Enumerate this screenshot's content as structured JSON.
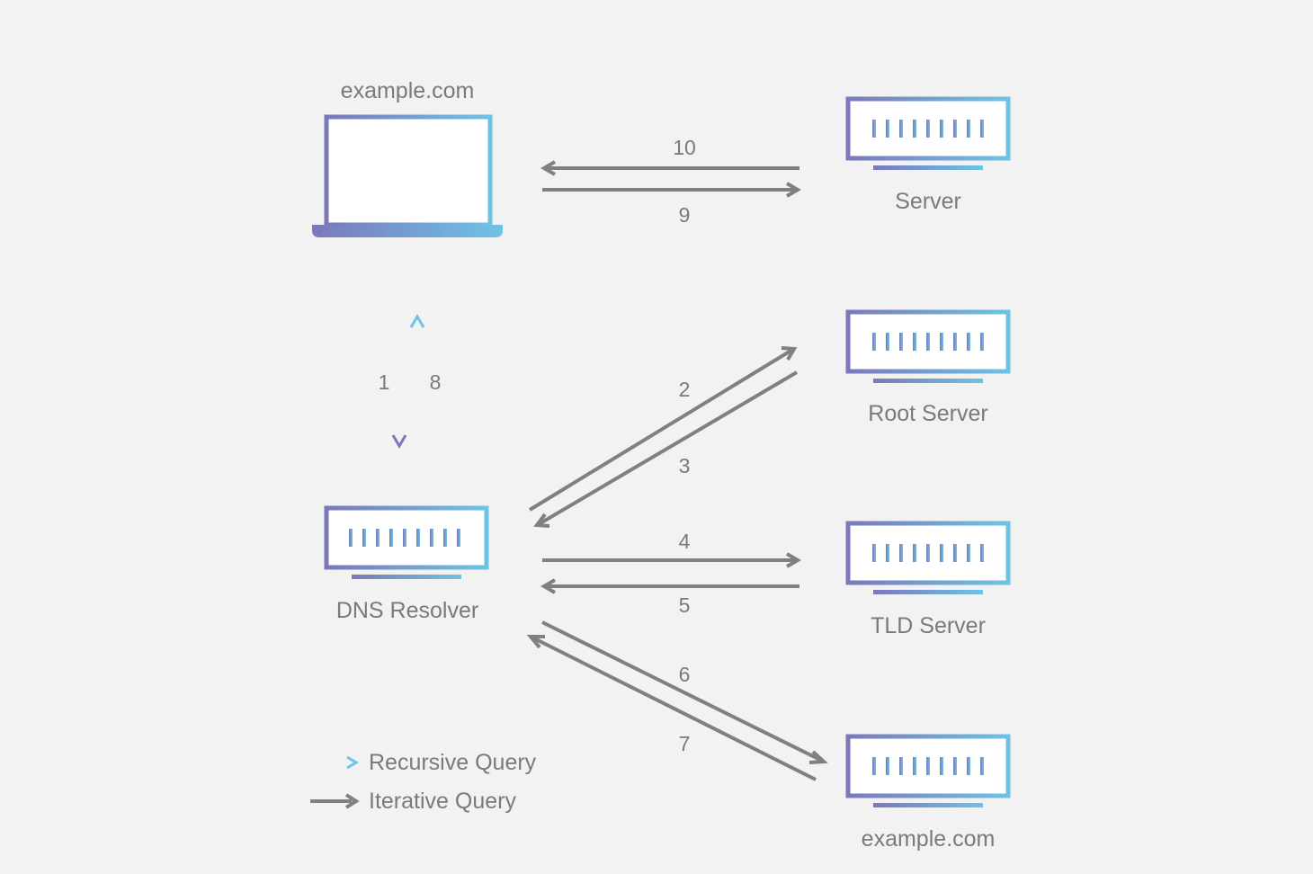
{
  "nodes": {
    "client": "example.com",
    "server": "Server",
    "root": "Root Server",
    "tld": "TLD Server",
    "resolver": "DNS Resolver",
    "authoritative": "example.com"
  },
  "steps": {
    "s1": "1",
    "s2": "2",
    "s3": "3",
    "s4": "4",
    "s5": "5",
    "s6": "6",
    "s7": "7",
    "s8": "8",
    "s9": "9",
    "s10": "10"
  },
  "legend": {
    "recursive": "Recursive Query",
    "iterative": "Iterative Query"
  },
  "colors": {
    "background": "#f2f2f2",
    "gradient_start": "#7b78bc",
    "gradient_end": "#6ec3e4",
    "arrow_gray": "#808080",
    "text": "#7a7a7a"
  },
  "icons": {
    "client": "laptop-icon",
    "servers": "server-rack-icon"
  }
}
